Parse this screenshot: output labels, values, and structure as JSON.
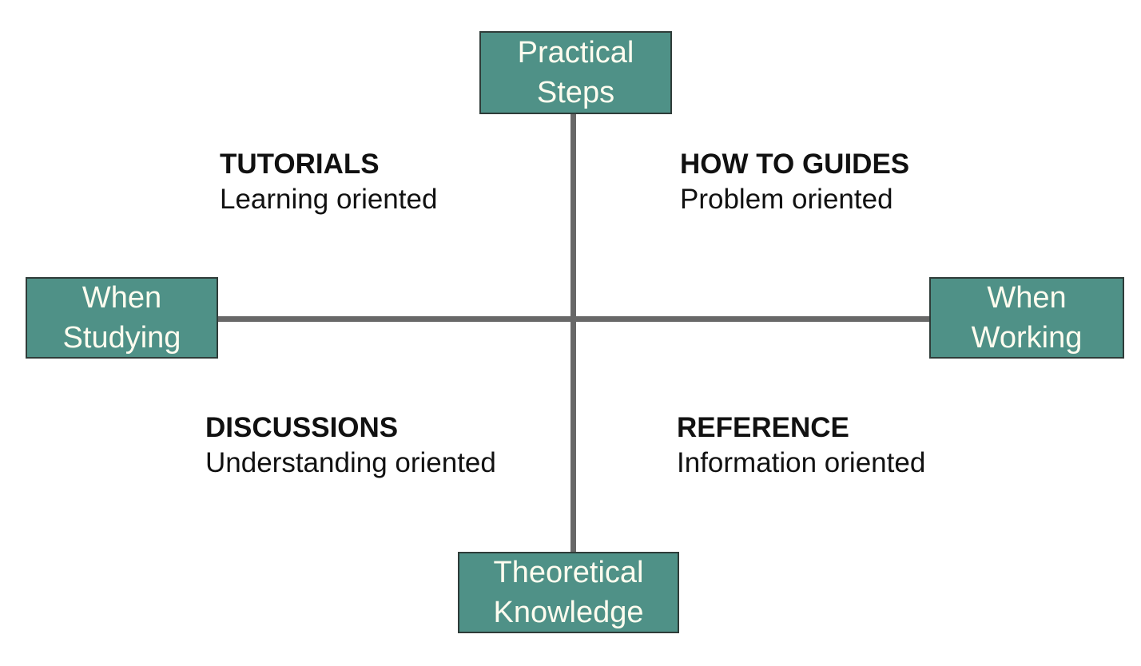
{
  "diagram": {
    "background": "#FFFFFF",
    "colors": {
      "node_fill": "#4F9187",
      "node_border": "#2F3C39",
      "node_text": "#FEFCEF",
      "axis_line": "#686868",
      "label_text": "#111111"
    },
    "axis_nodes": {
      "top": {
        "label": "Practical\nSteps"
      },
      "bottom": {
        "label": "Theoretical\nKnowledge"
      },
      "left": {
        "label": "When\nStudying"
      },
      "right": {
        "label": "When\nWorking"
      }
    },
    "quadrants": [
      {
        "position": "top-left",
        "title": "TUTORIALS",
        "subtitle": "Learning oriented"
      },
      {
        "position": "top-right",
        "title": "HOW TO GUIDES",
        "subtitle": "Problem oriented"
      },
      {
        "position": "bottom-left",
        "title": "DISCUSSIONS",
        "subtitle": "Understanding oriented"
      },
      {
        "position": "bottom-right",
        "title": "REFERENCE",
        "subtitle": "Information oriented"
      }
    ]
  }
}
